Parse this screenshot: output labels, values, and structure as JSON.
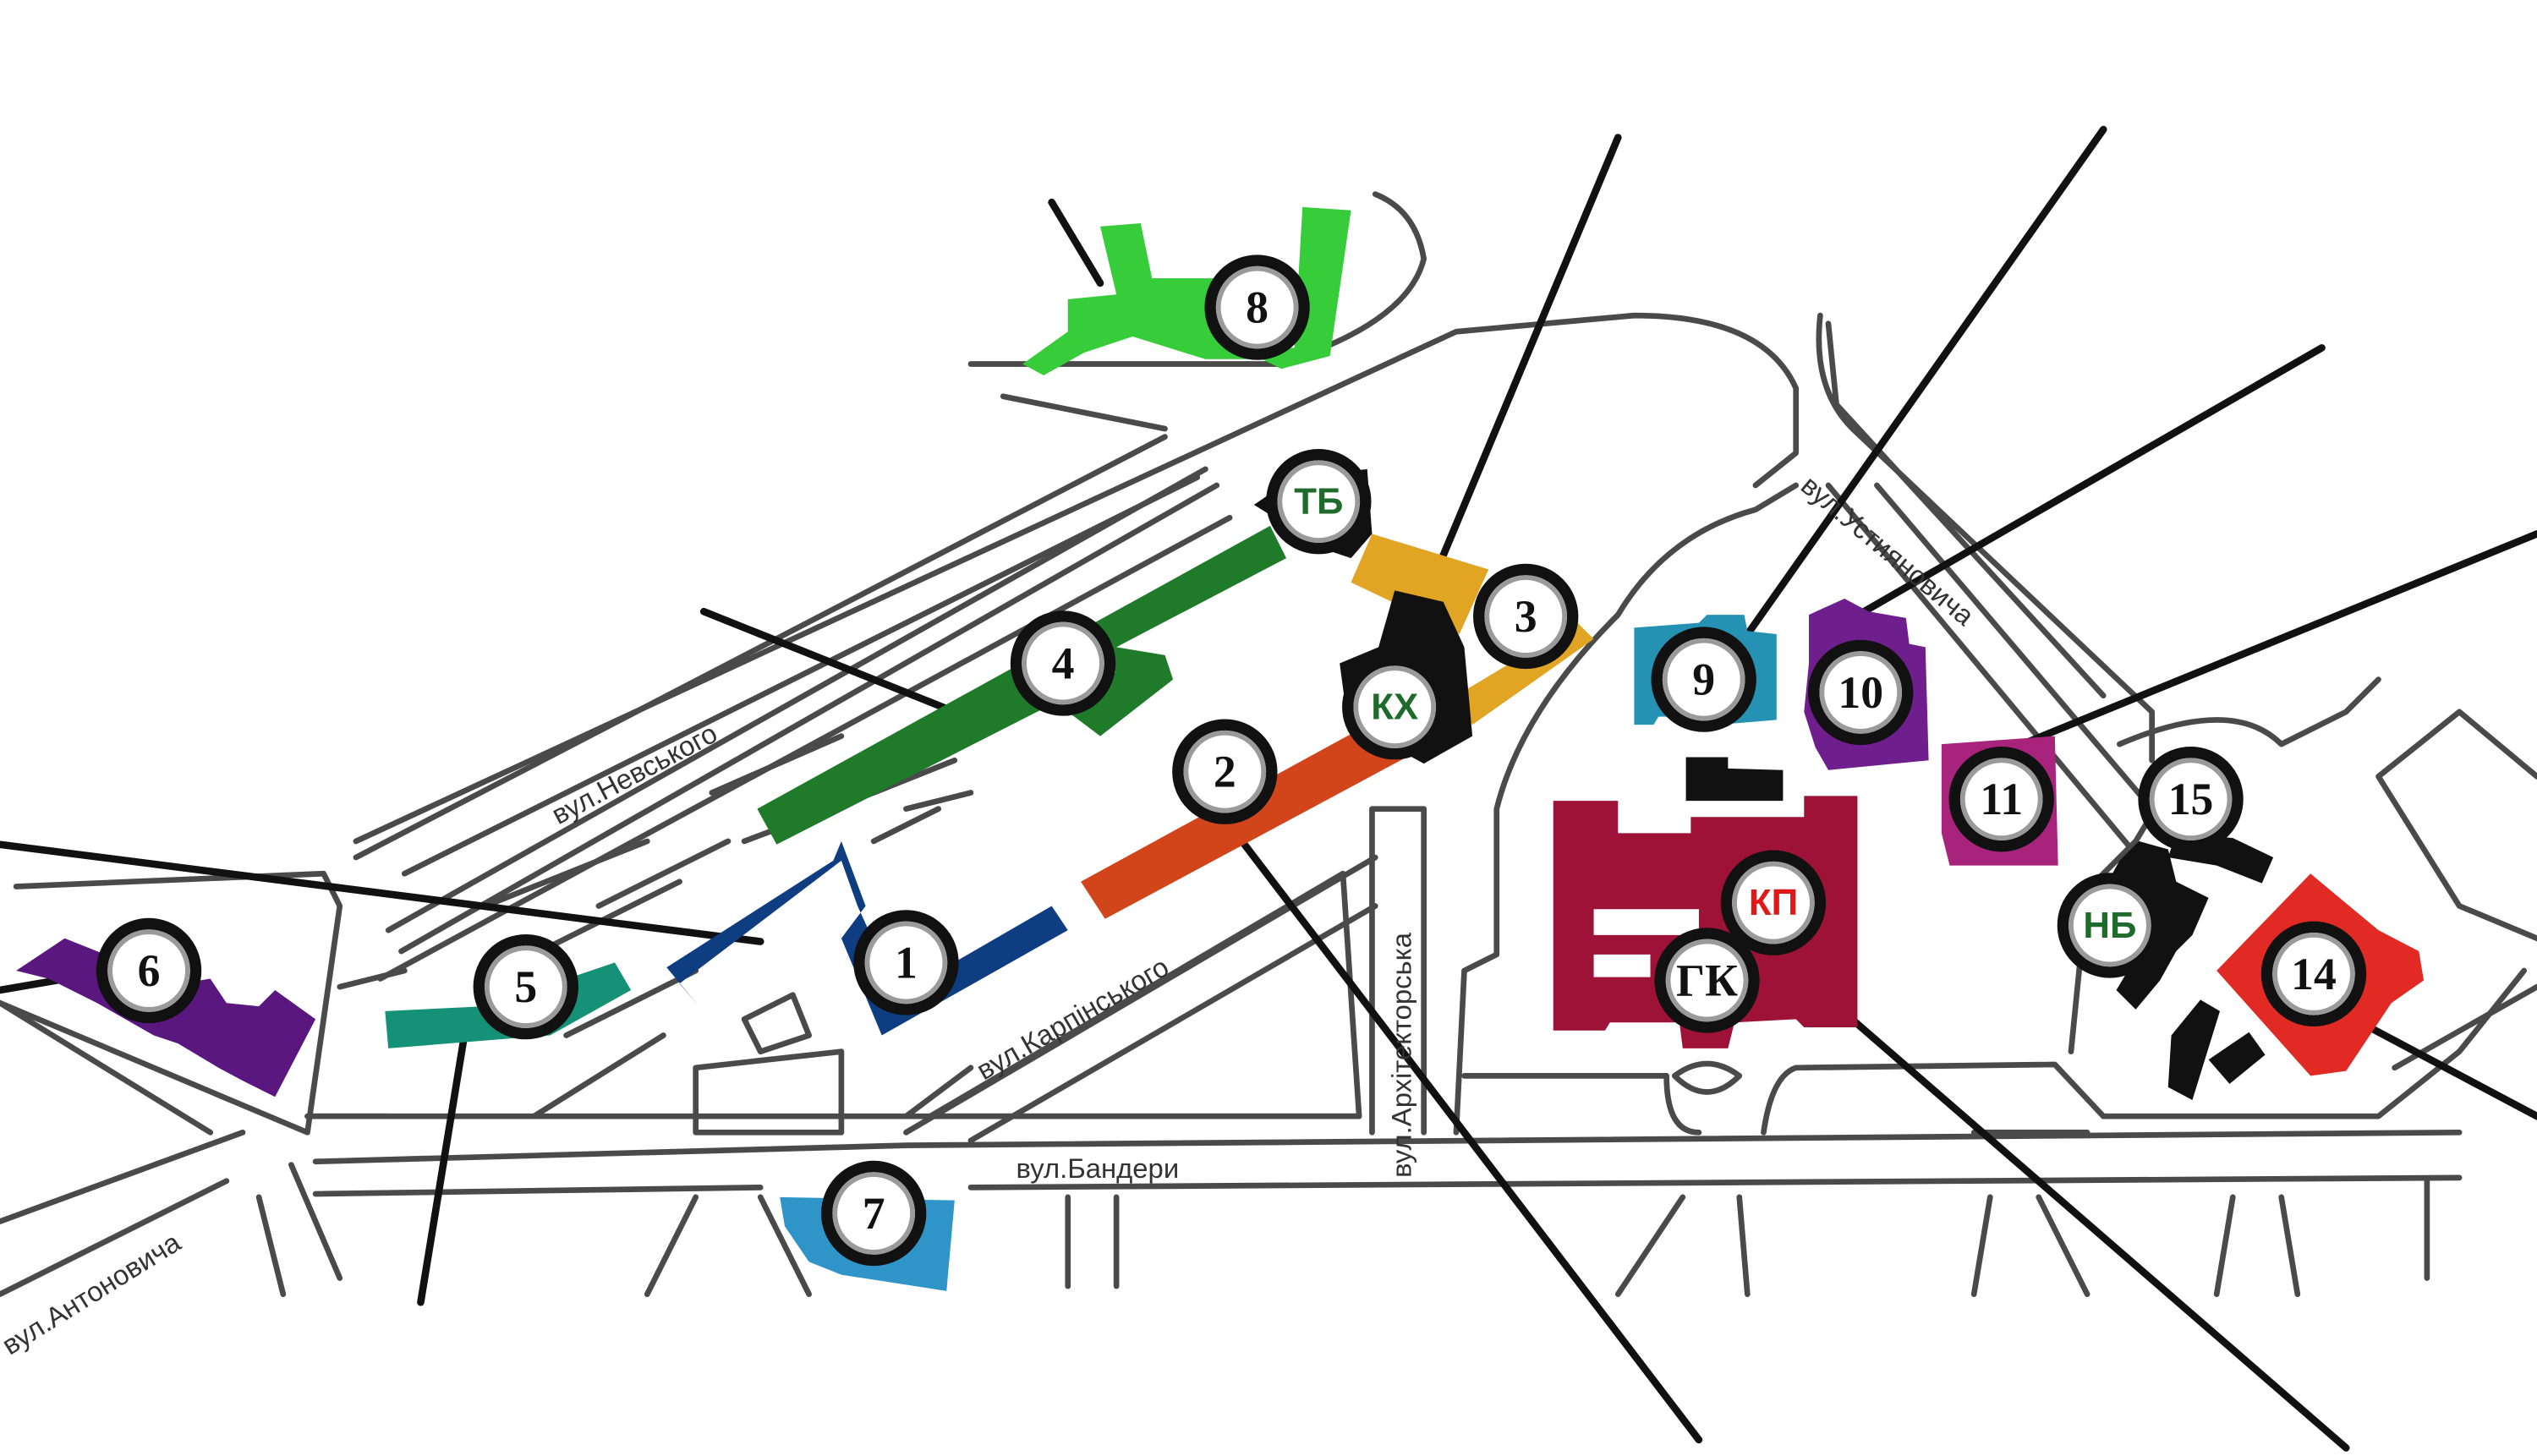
{
  "colors": {
    "road": "#4a4a4a",
    "leader": "#111111",
    "b1": "#0f3d82",
    "b2": "#d2451b",
    "b3": "#e1a423",
    "b4": "#1f7a2a",
    "b5": "#159178",
    "b6": "#5a1780",
    "b7": "#2f95c9",
    "b8": "#36cc3a",
    "b9": "#2592b4",
    "b10": "#6e1f8d",
    "b11": "#a8237c",
    "b14": "#e02a23",
    "main": "#9e1237",
    "aux": "#111111",
    "abbr_green": "#1f6b2b",
    "abbr_red": "#e01818"
  },
  "streets": {
    "nevskoho": "вул.Невського",
    "karpinskoho": "вул.Карпінського",
    "arkhitektorska": "вул.Архітекторська",
    "bandery": "вул.Бандери",
    "ustyianovycha": "вул.Устияновича",
    "antonovycha": "вул.Антоновича"
  },
  "markers": {
    "m1": "1",
    "m2": "2",
    "m3": "3",
    "m4": "4",
    "m5": "5",
    "m6": "6",
    "m7": "7",
    "m8": "8",
    "m9": "9",
    "m10": "10",
    "m11": "11",
    "m14": "14",
    "m15": "15",
    "tb": "ТБ",
    "kh": "КХ",
    "kp": "КП",
    "gk": "ГК",
    "nb": "НБ"
  }
}
